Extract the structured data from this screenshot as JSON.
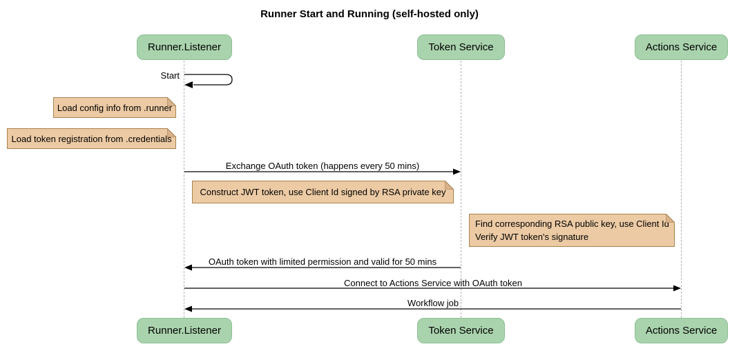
{
  "title": "Runner Start and Running (self-hosted only)",
  "participants": [
    {
      "id": "runner-listener",
      "label": "Runner.Listener"
    },
    {
      "id": "token-service",
      "label": "Token Service"
    },
    {
      "id": "actions-service",
      "label": "Actions Service"
    }
  ],
  "messages": [
    {
      "label": "Start",
      "from": "Runner.Listener",
      "to": "Runner.Listener",
      "kind": "self"
    },
    {
      "label": "Exchange OAuth token (happens every 50 mins)",
      "from": "Runner.Listener",
      "to": "Token Service",
      "kind": "solid"
    },
    {
      "label": "OAuth token with limited permission and valid for 50 mins",
      "from": "Token Service",
      "to": "Runner.Listener",
      "kind": "solid"
    },
    {
      "label": "Connect to Actions Service with OAuth token",
      "from": "Runner.Listener",
      "to": "Actions Service",
      "kind": "solid"
    },
    {
      "label": "Workflow job",
      "from": "Actions Service",
      "to": "Runner.Listener",
      "kind": "solid"
    }
  ],
  "notes": [
    {
      "lines": [
        "Load config info from .runner"
      ],
      "position": "left of Runner.Listener"
    },
    {
      "lines": [
        "Load token registration from .credentials"
      ],
      "position": "left of Runner.Listener"
    },
    {
      "lines": [
        "Construct JWT token, use Client Id signed by RSA private key"
      ],
      "position": "over Runner.Listener and Token Service"
    },
    {
      "lines": [
        "Find corresponding RSA public key, use Client Id",
        "Verify JWT token's signature"
      ],
      "position": "over Token Service and Actions Service"
    }
  ],
  "colors": {
    "participant_fill": "#a9d3ad",
    "participant_border": "#8cbf94",
    "note_fill": "#eccaa4",
    "note_border": "#a9814a",
    "note_fold": "#d8b28c",
    "lifeline": "#b3b3b3",
    "arrow": "#000000",
    "background": "#ffffff"
  }
}
